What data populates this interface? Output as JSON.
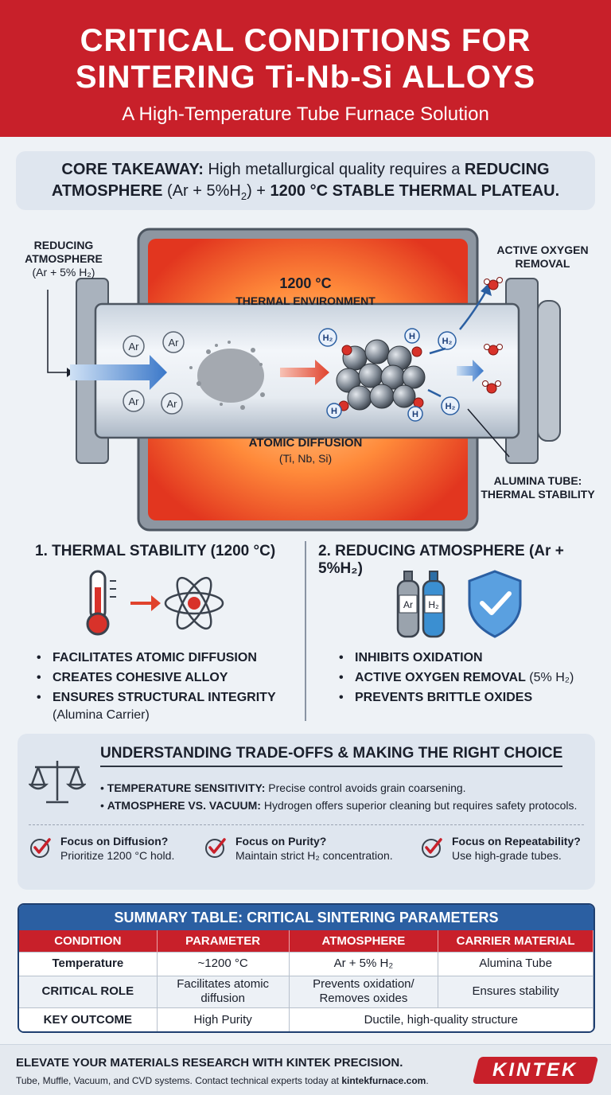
{
  "header": {
    "title_line1": "CRITICAL CONDITIONS FOR",
    "title_line2": "SINTERING Ti-Nb-Si ALLOYS",
    "subtitle": "A High-Temperature Tube Furnace Solution"
  },
  "core": {
    "label": "CORE TAKEAWAY:",
    "text1": " High metallurgical quality requires a ",
    "bold1": "REDUCING ATMOSPHERE",
    "text2": " (Ar + 5%H",
    "sub2": "2",
    "text3": ") + ",
    "bold2": "1200 °C STABLE THERMAL PLATEAU."
  },
  "furnace": {
    "label_reducing_1": "REDUCING",
    "label_reducing_2": "ATMOSPHERE",
    "label_reducing_3": "(Ar + 5% H₂)",
    "label_oxygen_1": "ACTIVE OXYGEN",
    "label_oxygen_2": "REMOVAL",
    "temp": "1200 °C",
    "thermal_env": "THERMAL ENVIRONMENT",
    "diffusion": "ATOMIC DIFFUSION",
    "diffusion_elements": "(Ti, Nb, Si)",
    "tube_1": "ALUMINA TUBE:",
    "tube_2": "THERMAL STABILITY",
    "ar": "Ar",
    "h2": "H₂",
    "h": "H"
  },
  "section1": {
    "title": "1. THERMAL STABILITY (1200 °C)",
    "bullets": [
      "FACILITATES ATOMIC DIFFUSION",
      "CREATES COHESIVE ALLOY",
      "ENSURES STRUCTURAL INTEGRITY"
    ],
    "note": "(Alumina Carrier)"
  },
  "section2": {
    "title": "2. REDUCING ATMOSPHERE (Ar + 5%H₂)",
    "cyl_ar": "Ar",
    "cyl_h2": "H₂",
    "bullets": [
      "INHIBITS OXIDATION",
      "ACTIVE OXYGEN REMOVAL",
      "PREVENTS BRITTLE OXIDES"
    ],
    "bullet2_note": " (5% H₂)"
  },
  "tradeoffs": {
    "title": "UNDERSTANDING TRADE-OFFS & MAKING THE RIGHT CHOICE",
    "b1_label": "TEMPERATURE SENSITIVITY:",
    "b1_text": " Precise control avoids grain coarsening.",
    "b2_label": "ATMOSPHERE VS. VACUUM:",
    "b2_text": " Hydrogen offers superior cleaning but requires safety protocols.",
    "focus": [
      {
        "q": "Focus on Diffusion?",
        "a": "Prioritize 1200 °C hold."
      },
      {
        "q": "Focus on Purity?",
        "a": "Maintain strict H₂ concentration."
      },
      {
        "q": "Focus on Repeatability?",
        "a": "Use high-grade tubes."
      }
    ]
  },
  "table": {
    "title": "SUMMARY TABLE: CRITICAL SINTERING PARAMETERS",
    "headers": [
      "CONDITION",
      "PARAMETER",
      "ATMOSPHERE",
      "CARRIER MATERIAL"
    ],
    "rows": [
      [
        "Temperature",
        "~1200 °C",
        "Ar + 5% H₂",
        "Alumina Tube"
      ],
      [
        "CRITICAL ROLE",
        "Facilitates atomic diffusion",
        "Prevents oxidation/ Removes oxides",
        "Ensures stability"
      ],
      [
        "KEY OUTCOME",
        "High Purity",
        "Ductile, high-quality structure"
      ]
    ]
  },
  "footer": {
    "line1": "ELEVATE YOUR MATERIALS RESEARCH WITH KINTEK PRECISION.",
    "line2": "Tube, Muffle, Vacuum, and CVD systems. Contact technical experts today at ",
    "site": "kintekfurnace.com",
    "line2_end": ".",
    "logo": "KINTEK"
  }
}
